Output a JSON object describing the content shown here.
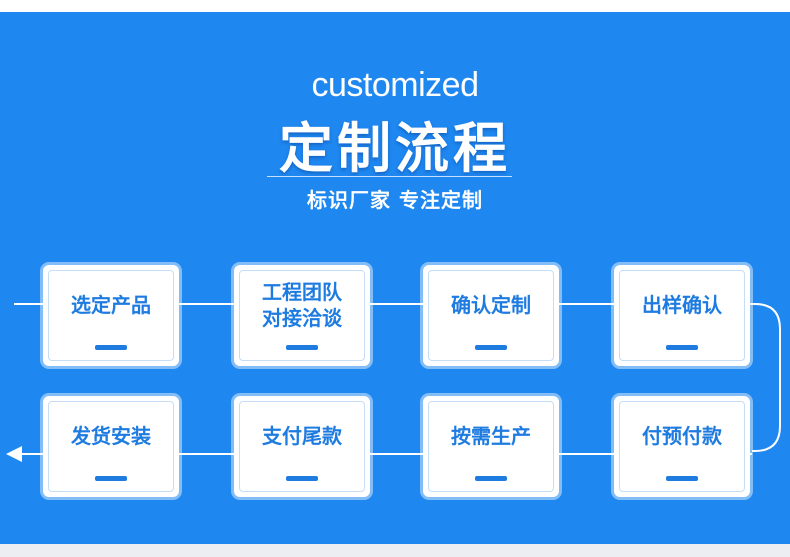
{
  "header": {
    "english_title": "customized",
    "chinese_title": "定制流程",
    "subtitle": "标识厂家  专注定制"
  },
  "steps": {
    "row1": [
      "选定产品",
      "工程团队\n对接洽谈",
      "确认定制",
      "出样确认"
    ],
    "row2": [
      "发货安装",
      "支付尾款",
      "按需生产",
      "付预付款"
    ]
  },
  "colors": {
    "background": "#1E87F0",
    "box_fill": "#ffffff",
    "box_text": "#1E7BE0",
    "line": "#ffffff"
  }
}
